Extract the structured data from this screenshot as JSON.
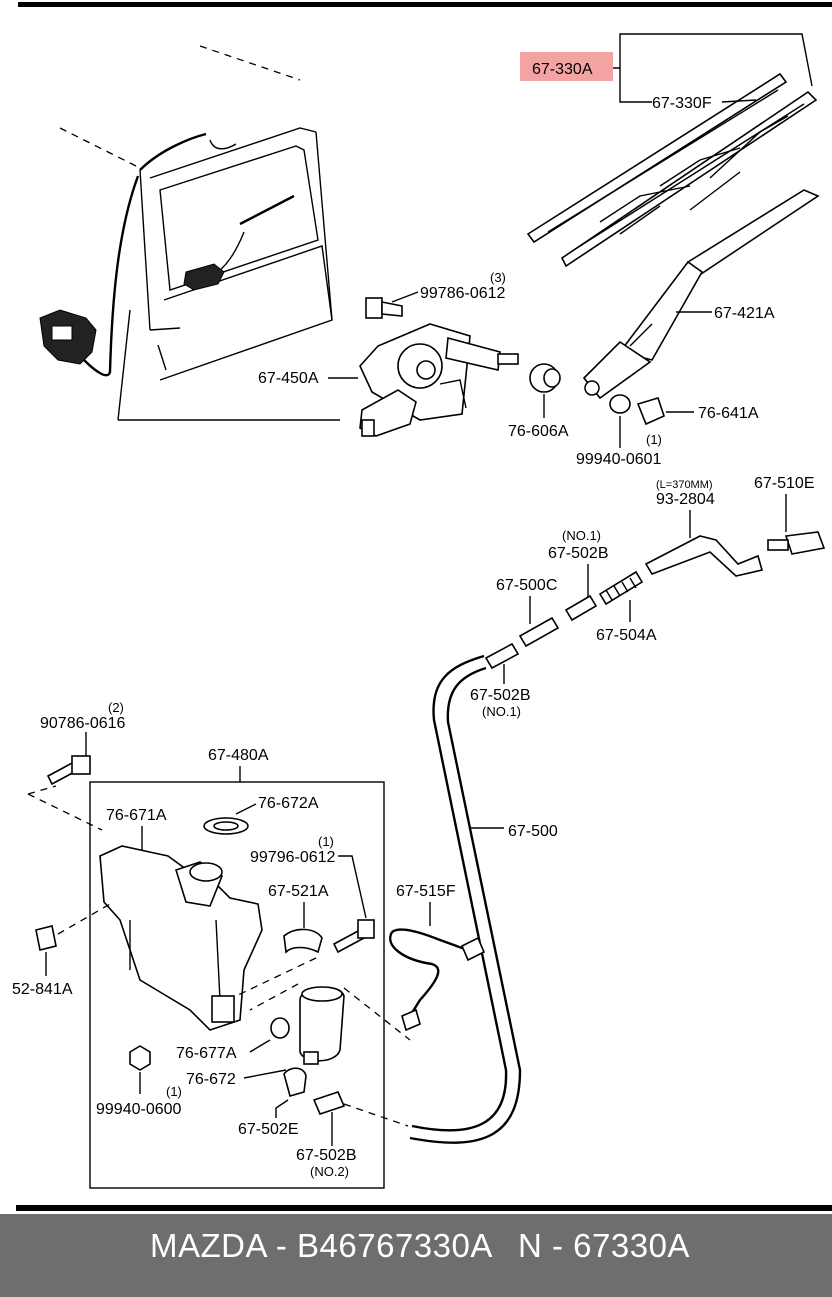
{
  "highlight_color": "#f4a3a3",
  "labels": {
    "p67330A": "67-330A",
    "p67330F": "67-330F",
    "p67421A": "67-421A",
    "p99786": "99786-0612",
    "p99786_qty": "(3)",
    "p67450A": "67-450A",
    "p76606A": "76-606A",
    "p99940a": "99940-0601",
    "p99940a_qty": "(1)",
    "p76641A": "76-641A",
    "p67510E": "67-510E",
    "p93_len": "(L=370MM)",
    "p93": "93-2804",
    "p67502B_top_note": "(NO.1)",
    "p67502B_top": "67-502B",
    "p67500C": "67-500C",
    "p67504A": "67-504A",
    "p67502B_mid": "67-502B",
    "p67502B_mid_note": "(NO.1)",
    "p90786_qty": "(2)",
    "p90786": "90786-0616",
    "p67480A": "67-480A",
    "p76671A": "76-671A",
    "p76672A": "76-672A",
    "p99796_qty": "(1)",
    "p99796": "99796-0612",
    "p67500": "67-500",
    "p67515F": "67-515F",
    "p67521A": "67-521A",
    "p52841A": "52-841A",
    "p76677A": "76-677A",
    "p76672": "76-672",
    "p99940b_qty": "(1)",
    "p99940b": "99940-0600",
    "p67502E": "67-502E",
    "p67502B_bot": "67-502B",
    "p67502B_bot_note": "(NO.2)"
  },
  "footer": {
    "brand": "MAZDA - B46767330A",
    "number": "N - 67330A"
  }
}
